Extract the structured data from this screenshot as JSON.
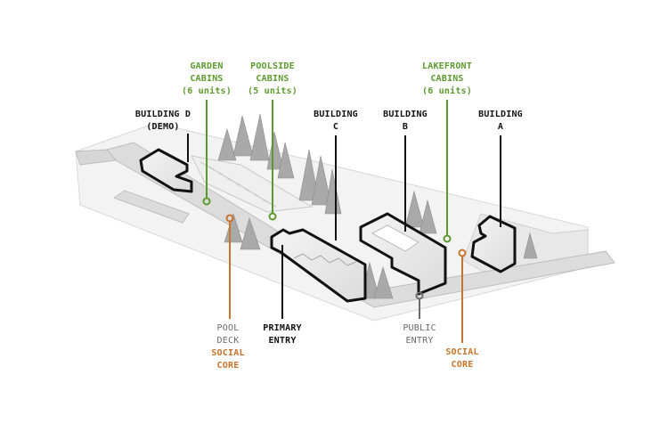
{
  "colors": {
    "green": "#5c9a2e",
    "orange": "#c8742a",
    "grey": "#6b6b6b",
    "black": "#111111"
  },
  "labels": {
    "garden_cabins": [
      "GARDEN",
      "CABINS",
      "(6 units)"
    ],
    "poolside_cabins": [
      "POOLSIDE",
      "CABINS",
      "(5 units)"
    ],
    "lakefront_cabins": [
      "LAKEFRONT",
      "CABINS",
      "(6 units)"
    ],
    "building_d": [
      "BUILDING D",
      "(DEMO)"
    ],
    "building_c": [
      "BUILDING",
      "C"
    ],
    "building_b": [
      "BUILDING",
      "B"
    ],
    "building_a": [
      "BUILDING",
      "A"
    ],
    "pool_deck": [
      "POOL",
      "DECK"
    ],
    "pool_social_core": [
      "SOCIAL",
      "CORE"
    ],
    "primary_entry": [
      "PRIMARY",
      "ENTRY"
    ],
    "public_entry": [
      "PUBLIC",
      "ENTRY"
    ],
    "social_core": [
      "SOCIAL",
      "CORE"
    ]
  }
}
